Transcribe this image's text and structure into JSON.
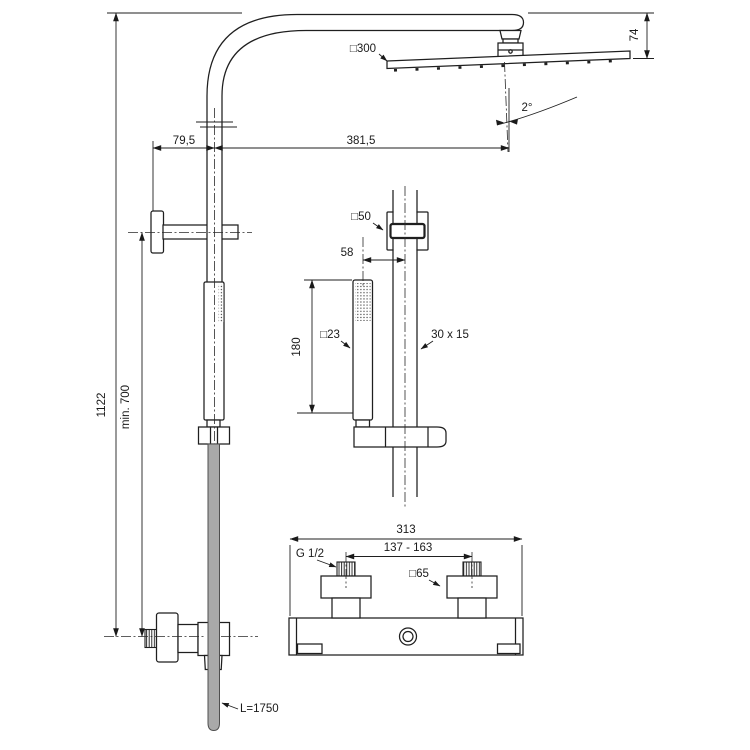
{
  "drawing": {
    "type": "technical-dimension-drawing",
    "subject": "shower-system-with-overhead-shower-handspray-and-thermostatic-mixer",
    "colors": {
      "line": "#1f1f1f",
      "hose_fill": "#a9a9a9",
      "background": "#ffffff"
    },
    "labels": {
      "total_height": "1122",
      "min_height": "min. 700",
      "wall_to_axis": "79,5",
      "axis_to_head": "381,5",
      "head_size": "□300",
      "head_thickness": "74",
      "head_angle": "2°",
      "bracket_size": "□50",
      "axis_offset": "58",
      "handspray_size": "□23",
      "handspray_length": "180",
      "rail_profile": "30 x 15",
      "mixer_width": "313",
      "inlet_spacing": "137 - 163",
      "thread_size": "G 1/2",
      "handle_size": "□65",
      "hose_length": "L=1750"
    }
  }
}
